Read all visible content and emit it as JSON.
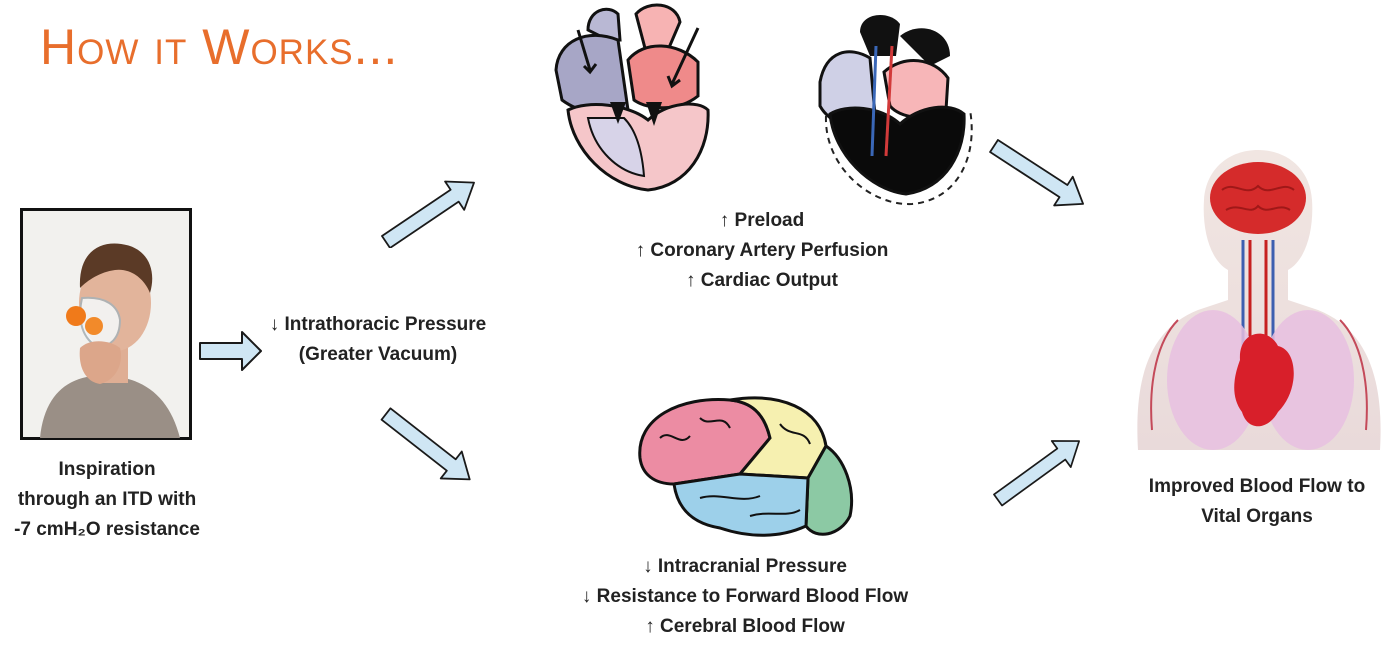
{
  "title": "How it Works...",
  "patient_label": {
    "line1": "Inspiration",
    "line2": "through an ITD with",
    "line3": "-7 cmH₂O resistance"
  },
  "center_label": {
    "line1": "↓ Intrathoracic Pressure",
    "line2": "(Greater Vacuum)"
  },
  "heart_label": {
    "line1": "↑ Preload",
    "line2": "↑ Coronary Artery Perfusion",
    "line3": "↑ Cardiac Output"
  },
  "brain_label": {
    "line1": "↓ Intracranial Pressure",
    "line2": "↓ Resistance to Forward Blood Flow",
    "line3": "↑ Cerebral Blood Flow"
  },
  "body_label": {
    "line1": "Improved Blood Flow to",
    "line2": "Vital Organs"
  },
  "colors": {
    "title": "#e86e2c",
    "arrow_fill": "#cfe6f4",
    "arrow_stroke": "#1a1a1a"
  }
}
